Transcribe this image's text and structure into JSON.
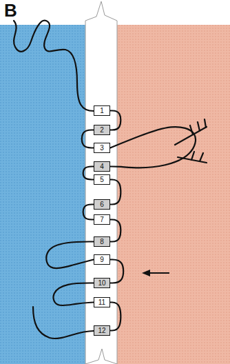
{
  "diagram": {
    "nodes": [
      {
        "text": [
          "1"
        ]
      },
      {
        "text": [
          "2"
        ]
      },
      {
        "text": [
          "3"
        ]
      },
      {
        "text": [
          "4"
        ]
      },
      {
        "text": [
          "5"
        ]
      },
      {
        "text": [
          "6"
        ]
      },
      {
        "text": [
          "7"
        ]
      },
      {
        "text": [
          "8"
        ]
      },
      {
        "text": [
          "9"
        ]
      },
      {
        "text": [
          "10"
        ]
      },
      {
        "text": [
          "11"
        ]
      },
      {
        "text": [
          "12"
        ]
      }
    ],
    "edges": [
      {
        "from": 0,
        "to": 1,
        "arrow": "none"
      },
      {
        "from": 1,
        "to": 2,
        "arrow": "none"
      },
      {
        "from": 2,
        "to": 3,
        "arrow": "none"
      },
      {
        "from": 3,
        "to": 4,
        "arrow": "none"
      },
      {
        "from": 4,
        "to": 5,
        "arrow": "none"
      },
      {
        "from": 5,
        "to": 6,
        "arrow": "none"
      },
      {
        "from": 6,
        "to": 7,
        "arrow": "none"
      },
      {
        "from": 7,
        "to": 8,
        "arrow": "none"
      },
      {
        "from": 8,
        "to": 9,
        "arrow": "none"
      },
      {
        "from": 9,
        "to": 10,
        "arrow": "none"
      },
      {
        "from": 10,
        "to": 11,
        "arrow": "none"
      }
    ],
    "labels": [
      "B"
    ]
  }
}
